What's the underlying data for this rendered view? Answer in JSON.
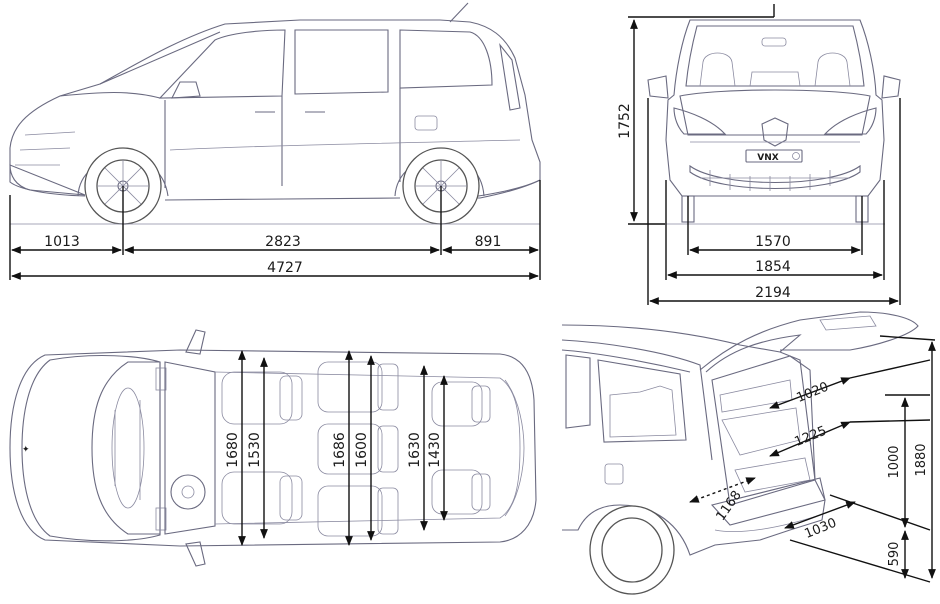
{
  "side_view": {
    "dims": {
      "front_overhang": "1013",
      "wheelbase": "2823",
      "rear_overhang": "891",
      "length": "4727"
    }
  },
  "front_view": {
    "plate": "VNX",
    "dims": {
      "height": "1752",
      "track": "1570",
      "width": "1854",
      "width_mirrors": "2194"
    }
  },
  "top_view": {
    "dims": {
      "row1_elbow": "1680",
      "row1_shoulder": "1530",
      "row2_elbow": "1686",
      "row2_shoulder": "1600",
      "row3_elbow": "1630",
      "row3_shoulder": "1430"
    }
  },
  "rear_view": {
    "dims": {
      "trunk_depth_top": "1020",
      "trunk_depth_mid": "1225",
      "opening_width": "1168",
      "floor_depth": "1030",
      "opening_height": "1000",
      "tailgate_open_height": "1880",
      "loading_sill": "590"
    }
  }
}
